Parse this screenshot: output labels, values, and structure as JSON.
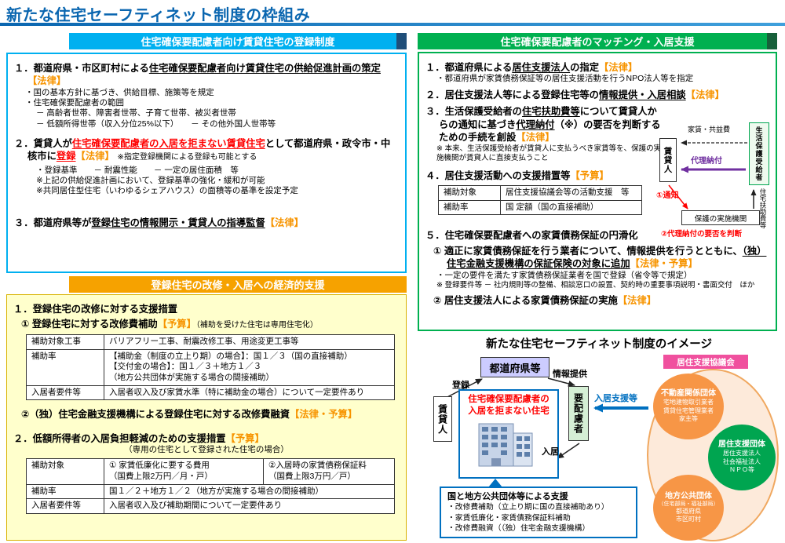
{
  "title": "新たな住宅セーフティネット制度の枠組み",
  "colors": {
    "title_blue": "#0a66b0",
    "cyan": "#00b0f0",
    "green": "#00b050",
    "orange_bar": "#f6a200",
    "tag_orange": "#f79400",
    "red": "#ff0000",
    "purple": "#7030a0",
    "blue": "#0070c0",
    "pink": "#f0509e"
  },
  "registration": {
    "header": "住宅確保要配慮者向け賃貸住宅の登録制度",
    "item1": [
      {
        "t": "１．都道府県・市区町村による"
      },
      {
        "t": "住宅確保要配慮者向け賃貸住宅の供給促進計画の策定",
        "c": "u"
      },
      {
        "t": "【法律】",
        "c": "tag"
      }
    ],
    "item1_notes": [
      "・国の基本方針に基づき、供給目標、施策等を規定",
      "・住宅確保要配慮者の範囲",
      "－ 高齢者世帯、障害者世帯、子育て世帯、被災者世帯",
      "－ 低額所得世帯（収入分位25%以下）　　－ その他外国人世帯等"
    ],
    "item2": [
      {
        "t": "２．賃貸人が"
      },
      {
        "t": "住宅確保要配慮者の入居を拒まない賃貸住宅",
        "c": "ru"
      },
      {
        "t": "として都道府県・政令市・中核市に"
      },
      {
        "t": "登録",
        "c": "ru"
      },
      {
        "t": "【法律】",
        "c": "tag"
      },
      {
        "t": "　※指定登録機関による登録も可能とする",
        "c": "sm"
      }
    ],
    "item2_notes": [
      "・登録基準　　－ 耐震性能　　－ 一定の居住面積　等",
      "※上記の供給促進計画において、登録基準の強化・緩和が可能",
      "※共同居住型住宅（いわゆるシェアハウス）の面積等の基準を設定予定"
    ],
    "item3": [
      {
        "t": "３．都道府県等が"
      },
      {
        "t": "登録住宅の情報開示・賃貸人の指導監督",
        "c": "u"
      },
      {
        "t": "【法律】",
        "c": "tag"
      }
    ]
  },
  "economic": {
    "header": "登録住宅の改修・入居への経済的支援",
    "h1": "１．登録住宅の改修に対する支援措置",
    "sub1": [
      {
        "t": "① 登録住宅に対する改修費補助"
      },
      {
        "t": "【予算】",
        "c": "tag"
      },
      {
        "t": "（補助を受けた住宅は専用住宅化）",
        "c": "sm"
      }
    ],
    "table1": [
      {
        "label": "補助対象工事",
        "value": "バリアフリー工事、耐震改修工事、用途変更工事等"
      },
      {
        "label": "補助率",
        "value": "【補助金（制度の立上り期）の場合】：国１／３（国の直接補助）\n【交付金の場合】：国１／３＋地方１／３\n（地方公共団体が実施する場合の間接補助）"
      },
      {
        "label": "入居者要件等",
        "value": "入居者収入及び家賃水準（特に補助金の場合）について一定要件あり"
      }
    ],
    "sub2": [
      {
        "t": "②（独）住宅金融支援機構による登録住宅に対する改修費融資"
      },
      {
        "t": "【法律・予算】",
        "c": "tag"
      }
    ],
    "h2": [
      {
        "t": "２．低額所得者の入居負担軽減のための支援措置"
      },
      {
        "t": "【予算】",
        "c": "tag"
      }
    ],
    "h2_note": "（専用の住宅として登録された住宅の場合）",
    "table2": [
      {
        "label": "補助対象",
        "value1": "① 家賃低廉化に要する費用\n（国費上限2万円／月・戸）",
        "value2": "②入居時の家賃債務保証料\n（国費上限3万円／戸）"
      },
      {
        "label": "補助率",
        "value": "国１／２＋地方１／２（地方が実施する場合の間接補助）"
      },
      {
        "label": "入居者要件等",
        "value": "入居者収入及び補助期間について一定要件あり"
      }
    ]
  },
  "matching": {
    "header": "住宅確保要配慮者のマッチング・入居支援",
    "item1": [
      {
        "t": "１．都道府県による"
      },
      {
        "t": "居住支援法人",
        "c": "u"
      },
      {
        "t": "の指定"
      },
      {
        "t": "【法律】",
        "c": "tag"
      }
    ],
    "item1_note": "・都道府県が家賃債務保証等の居住支援活動を行うNPO法人等を指定",
    "item2": [
      {
        "t": "２．居住支援法人等による登録住宅等の"
      },
      {
        "t": "情報提供・入居相談",
        "c": "u"
      },
      {
        "t": "【法律】",
        "c": "tag"
      }
    ],
    "item3": [
      {
        "t": "３．生活保護受給者の"
      },
      {
        "t": "住宅扶助費等",
        "c": "u"
      },
      {
        "t": "について賃貸人からの通知に基づき"
      },
      {
        "t": "代理納付",
        "c": "u"
      },
      {
        "t": "（※）"
      },
      {
        "t": "の要否を判断するための手続を創設"
      },
      {
        "t": "【法律】",
        "c": "tag"
      }
    ],
    "item3_note": "※ 本来、生活保護受給者が賃貸人に支払うべき家賃等を、保護の実施機関が賃貸人に直接支払うこと",
    "item4": [
      {
        "t": "４．居住支援活動への支援措置等"
      },
      {
        "t": "【予算】",
        "c": "tag"
      }
    ],
    "table": [
      {
        "label": "補助対象",
        "value": "居住支援協議会等の活動支援　等"
      },
      {
        "label": "補助率",
        "value": "国 定額（国の直接補助）"
      }
    ],
    "item5": "５．住宅確保要配慮者への家賃債務保証の円滑化",
    "item5_1": [
      {
        "t": "① 適正に家賃債務保証を行う業者について、情報提供を行うとともに、"
      },
      {
        "t": "（独）住宅金融支援機構の保証保険の対象に追加",
        "c": "u"
      },
      {
        "t": "【法律・予算】",
        "c": "tag"
      }
    ],
    "item5_1_notes": [
      "・一定の要件を満たす家賃債務保証業者を国で登録（省令等で規定）",
      "※ 登録要件等 － 社内規則等の整備、相談窓口の設置、契約時の重要事項説明・書面交付　ほか"
    ],
    "item5_2": [
      {
        "t": "② 居住支援法人による家賃債務保証の実施"
      },
      {
        "t": "【法律】",
        "c": "tag"
      }
    ],
    "mini": {
      "rent": "家賃・共益費",
      "landlord": "賃貸人",
      "recipient": "生活保護受給者",
      "proxy": "代理納付",
      "notice": "①通知",
      "aid": "住宅扶助費等",
      "agency": "保護の実施機関",
      "decide": "②代理納付の要否を判断"
    }
  },
  "image": {
    "heading": "新たな住宅セーフティネット制度のイメージ",
    "prefecture": "都道府県等",
    "register": "登録",
    "info": "情報提供",
    "landlord": "賃貸人",
    "house1": "住宅確保要配慮者の",
    "house2": "入居を拒まない住宅",
    "tenant": "要配慮者",
    "support": "入居支援等",
    "movein": "入居",
    "council": "居住支援協議会",
    "c1_title": "不動産関係団体",
    "c1_lines": [
      "宅地建物取引業者",
      "賃貸住宅管理業者",
      "家主等"
    ],
    "c2_title": "居住支援団体",
    "c2_lines": [
      "居住支援法人",
      "社会福祉法人",
      "ＮＰＯ等"
    ],
    "c3_title": "地方公共団体",
    "c3_sub": "（住宅部局・福祉部局）",
    "c3_lines": [
      "都道府県",
      "市区町村"
    ],
    "box_title": "国と地方公共団体等による支援",
    "box_lines": [
      "・改修費補助（立上り期に国の直接補助あり）",
      "・家賃低廉化・家賃債務保証料補助",
      "・改修費融資（（独）住宅金融支援機構）"
    ]
  }
}
